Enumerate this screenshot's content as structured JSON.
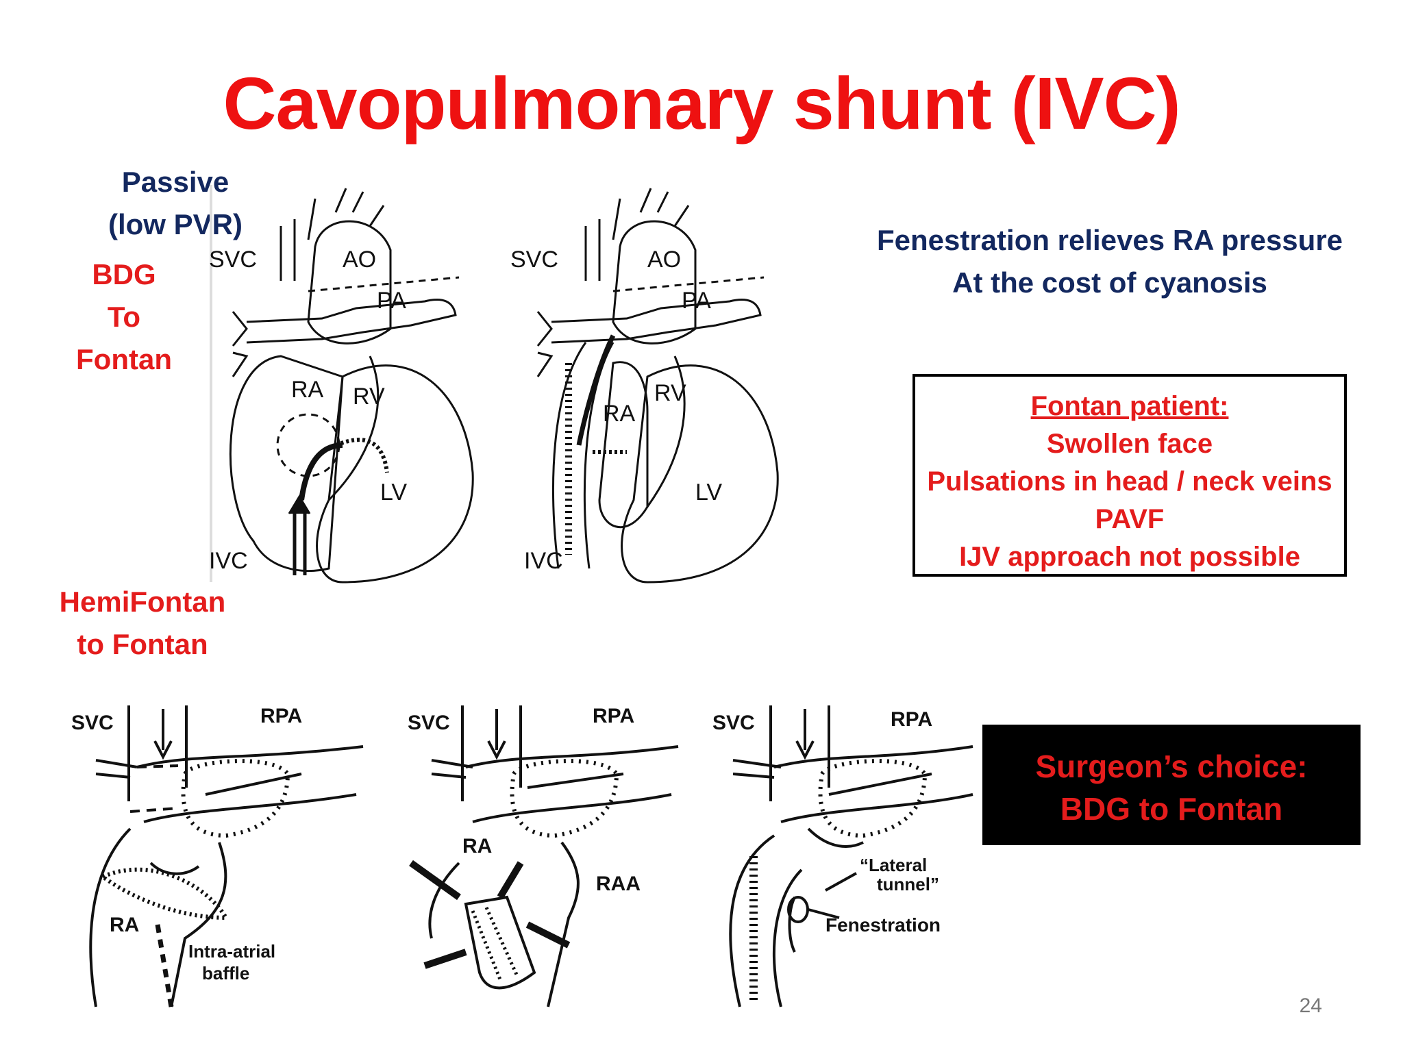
{
  "slide": {
    "title": "Cavopulmonary shunt (IVC)",
    "page_number": "24",
    "colors": {
      "title": "#ee1111",
      "navy": "#13285f",
      "red": "#e41c1c"
    }
  },
  "left_labels": {
    "passive": [
      "Passive",
      "(low PVR)"
    ],
    "bdg": [
      "BDG",
      "To",
      "Fontan"
    ],
    "hemi": [
      "HemiFontan",
      "to Fontan"
    ]
  },
  "fenestration_note": [
    "Fenestration relieves RA pressure",
    "At the cost of cyanosis"
  ],
  "fontan_box": {
    "heading": "Fontan patient:",
    "lines": [
      "Swollen face",
      "Pulsations in head / neck veins",
      "PAVF",
      "IJV approach not possible"
    ]
  },
  "surgeon_box": [
    "Surgeon’s choice:",
    "BDG to Fontan"
  ],
  "top_diagrams": [
    {
      "labels": {
        "svc": "SVC",
        "ao": "AO",
        "pa": "PA",
        "ra": "RA",
        "rv": "RV",
        "lv": "LV",
        "ivc": "IVC"
      }
    },
    {
      "labels": {
        "svc": "SVC",
        "ao": "AO",
        "pa": "PA",
        "ra": "RA",
        "rv": "RV",
        "lv": "LV",
        "ivc": "IVC"
      }
    }
  ],
  "bottom_diagrams": [
    {
      "labels": {
        "svc": "SVC",
        "rpa": "RPA",
        "ra": "RA",
        "note1": "Intra-atrial",
        "note2": "baffle"
      }
    },
    {
      "labels": {
        "svc": "SVC",
        "rpa": "RPA",
        "ra": "RA",
        "raa": "RAA"
      }
    },
    {
      "labels": {
        "svc": "SVC",
        "rpa": "RPA",
        "note1": "“Lateral",
        "note2": "tunnel”",
        "note3": "Fenestration"
      }
    }
  ]
}
